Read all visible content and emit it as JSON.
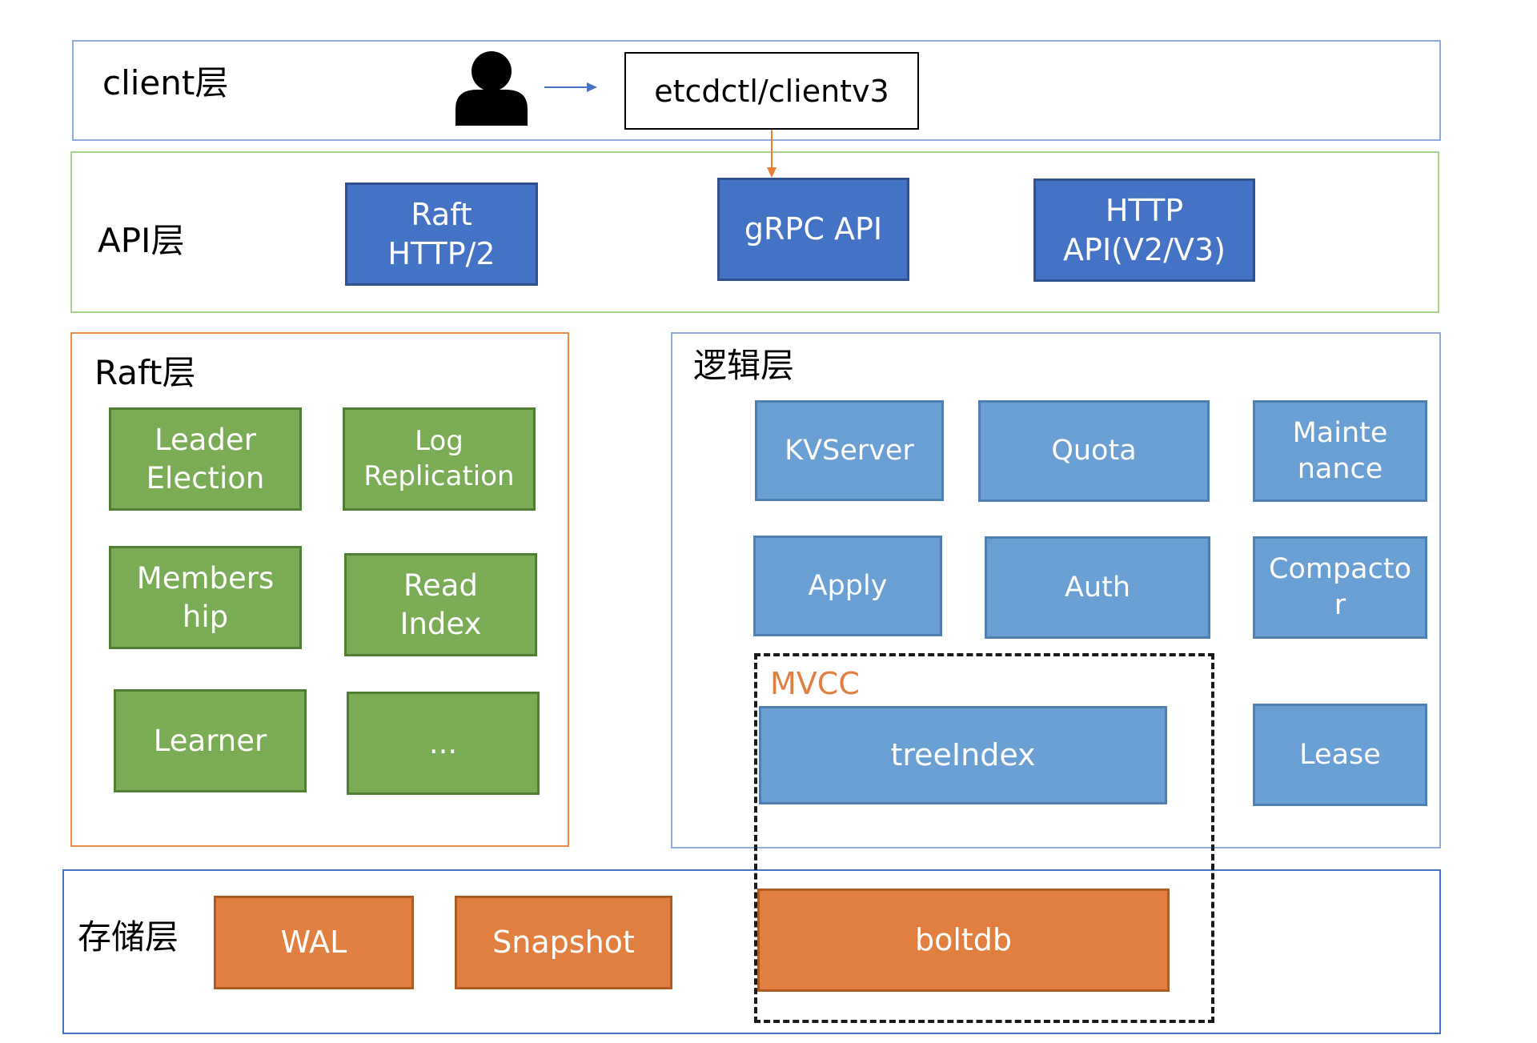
{
  "client_layer": {
    "label": "client层",
    "tool": "etcdctl/clientv3"
  },
  "api_layer": {
    "label": "API层",
    "boxes": [
      "Raft\nHTTP/2",
      "gRPC API",
      "HTTP\nAPI(V2/V3)"
    ]
  },
  "raft_layer": {
    "label": "Raft层",
    "boxes": [
      "Leader\nElection",
      "Log\nReplication",
      "Members\nhip",
      "Read\nIndex",
      "Learner",
      "..."
    ]
  },
  "logic_layer": {
    "label": "逻辑层",
    "boxes": [
      "KVServer",
      "Quota",
      "Mainte\nnance",
      "Apply",
      "Auth",
      "Compacto\nr",
      "Lease"
    ]
  },
  "mvcc": {
    "label": "MVCC",
    "tree_index": "treeIndex",
    "boltdb": "boltdb"
  },
  "storage_layer": {
    "label": "存储层",
    "boxes": [
      "WAL",
      "Snapshot"
    ]
  },
  "colors": {
    "api": "#4472c4",
    "raft": "#7aab55",
    "logic": "#6a9fd4",
    "storage": "#e07f3f",
    "client_border": "#8faadc",
    "api_border": "#a9d18e",
    "raft_border": "#ed8b4a",
    "logic_border": "#8faadc",
    "storage_border": "#4472c4",
    "arrow_blue": "#4472c4",
    "arrow_orange": "#ed7d31"
  },
  "icons": {
    "user": "user-icon"
  }
}
